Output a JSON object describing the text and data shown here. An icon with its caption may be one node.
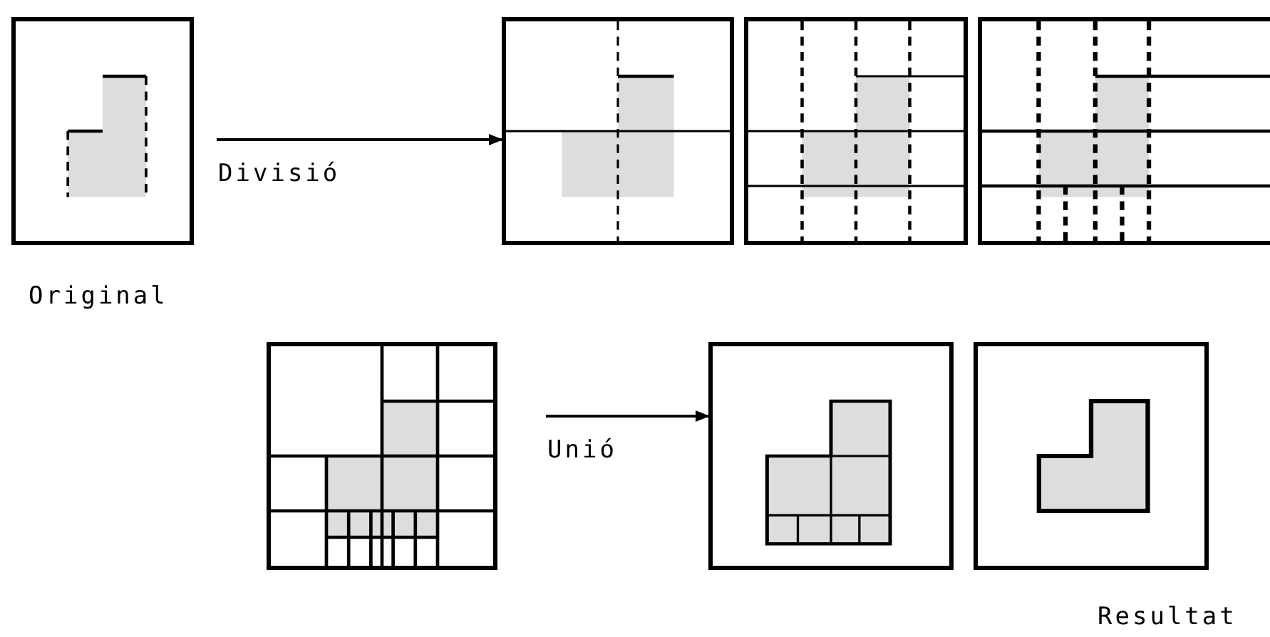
{
  "diagram": {
    "nodes": [
      {
        "text": [],
        "shape": "picture",
        "beside": [
          "Original"
        ]
      },
      {
        "text": [],
        "shape": "picture"
      },
      {
        "text": [],
        "shape": "picture"
      },
      {
        "text": [],
        "shape": "picture"
      },
      {
        "text": [],
        "shape": "picture"
      },
      {
        "text": [],
        "shape": "picture"
      },
      {
        "text": [],
        "shape": "picture",
        "beside": [
          "Resultat"
        ]
      }
    ],
    "edges": [
      {
        "from": 0,
        "to": 1,
        "arrow": "to",
        "label": "Divisió"
      },
      {
        "from": 4,
        "to": 5,
        "arrow": "to",
        "label": "Unió"
      }
    ]
  }
}
